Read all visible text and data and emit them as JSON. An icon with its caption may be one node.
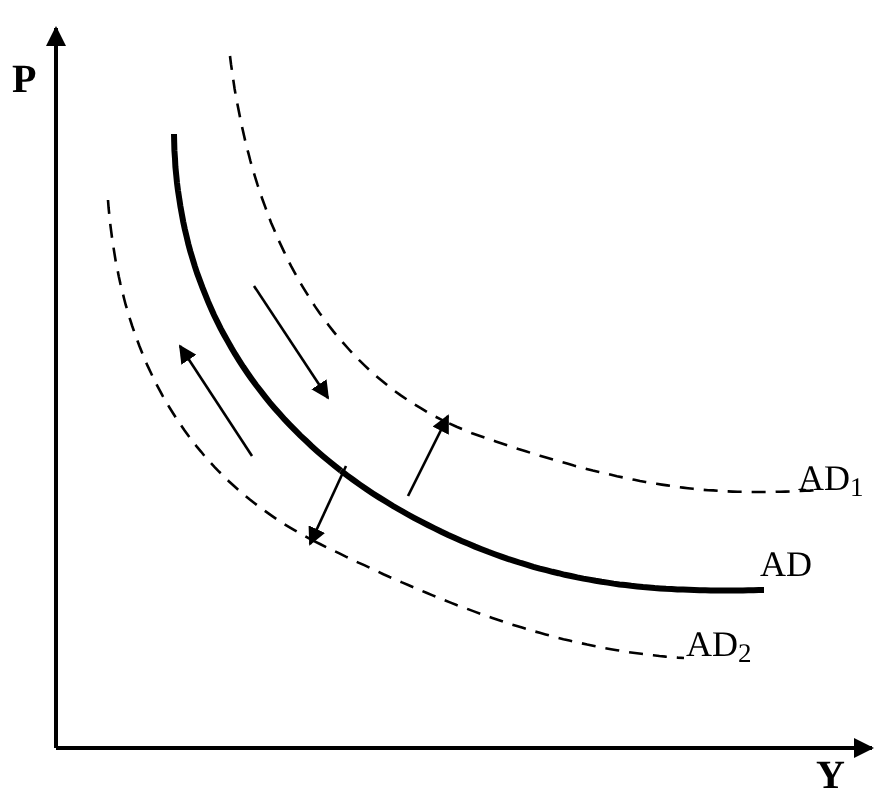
{
  "diagram": {
    "nodes": [
      {
        "text": [
          "AD$_{1}$"
        ]
      },
      {
        "text": [
          "AD"
        ]
      },
      {
        "text": [
          "AD$_{2}$"
        ]
      }
    ],
    "edges": [
      {
        "from": 1,
        "to": 0,
        "arrow": "to"
      },
      {
        "from": 1,
        "to": 2,
        "arrow": "to"
      }
    ],
    "labels": [
      "P",
      "Y"
    ]
  }
}
